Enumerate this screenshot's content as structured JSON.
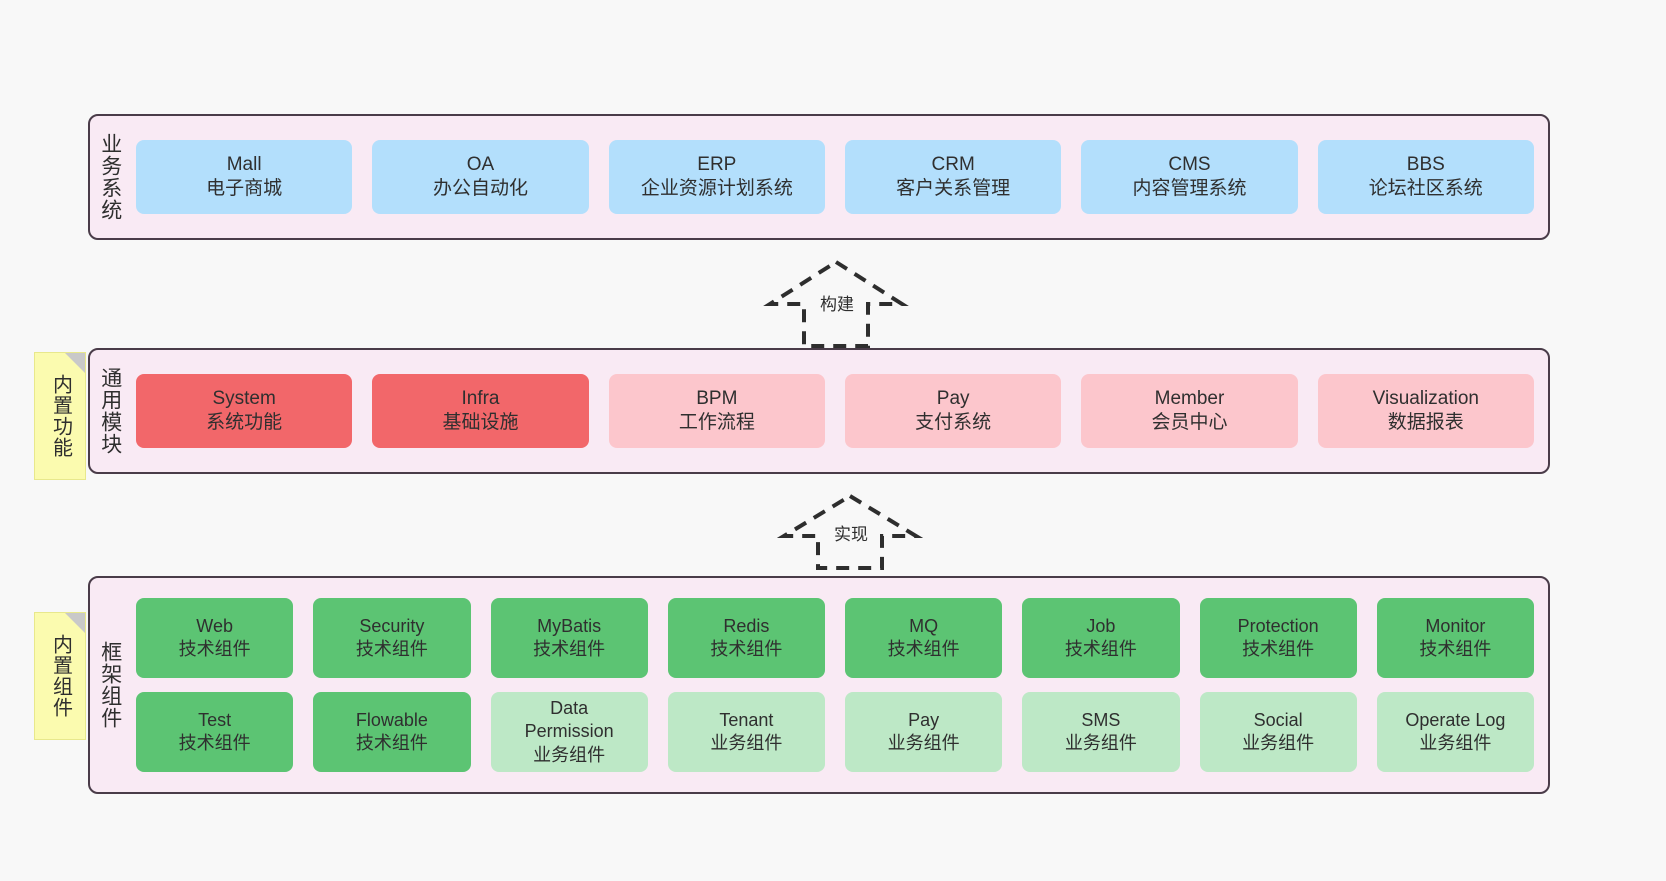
{
  "background_color": "#f8f8f8",
  "palette": {
    "section_bg": "#f9eaf4",
    "section_border": "#4a3c49",
    "blue": "#b3dffc",
    "red": "#f2676a",
    "pink": "#fcc6cc",
    "green": "#5cc473",
    "green_light": "#bde8c6",
    "note_yellow": "#fbfbaf"
  },
  "notes": [
    {
      "id": "builtin-features",
      "text": "内置功能"
    },
    {
      "id": "builtin-components",
      "text": "内置组件"
    }
  ],
  "arrows": [
    {
      "id": "build",
      "label": "构建",
      "style": "dashed-hollow-up"
    },
    {
      "id": "impl",
      "label": "实现",
      "style": "dashed-hollow-up"
    }
  ],
  "sections": {
    "business": {
      "label": "业务系统",
      "rows": [
        [
          {
            "title": "Mall",
            "subtitle": "电子商城",
            "color": "blue"
          },
          {
            "title": "OA",
            "subtitle": "办公自动化",
            "color": "blue"
          },
          {
            "title": "ERP",
            "subtitle": "企业资源计划系统",
            "color": "blue"
          },
          {
            "title": "CRM",
            "subtitle": "客户关系管理",
            "color": "blue"
          },
          {
            "title": "CMS",
            "subtitle": "内容管理系统",
            "color": "blue"
          },
          {
            "title": "BBS",
            "subtitle": "论坛社区系统",
            "color": "blue"
          }
        ]
      ]
    },
    "modules": {
      "label": "通用模块",
      "rows": [
        [
          {
            "title": "System",
            "subtitle": "系统功能",
            "color": "red"
          },
          {
            "title": "Infra",
            "subtitle": "基础设施",
            "color": "red"
          },
          {
            "title": "BPM",
            "subtitle": "工作流程",
            "color": "pink"
          },
          {
            "title": "Pay",
            "subtitle": "支付系统",
            "color": "pink"
          },
          {
            "title": "Member",
            "subtitle": "会员中心",
            "color": "pink"
          },
          {
            "title": "Visualization",
            "subtitle": "数据报表",
            "color": "pink"
          }
        ]
      ]
    },
    "framework": {
      "label": "框架组件",
      "rows": [
        [
          {
            "title": "Web",
            "subtitle": "技术组件",
            "color": "green"
          },
          {
            "title": "Security",
            "subtitle": "技术组件",
            "color": "green"
          },
          {
            "title": "MyBatis",
            "subtitle": "技术组件",
            "color": "green"
          },
          {
            "title": "Redis",
            "subtitle": "技术组件",
            "color": "green"
          },
          {
            "title": "MQ",
            "subtitle": "技术组件",
            "color": "green"
          },
          {
            "title": "Job",
            "subtitle": "技术组件",
            "color": "green"
          },
          {
            "title": "Protection",
            "subtitle": "技术组件",
            "color": "green"
          },
          {
            "title": "Monitor",
            "subtitle": "技术组件",
            "color": "green"
          }
        ],
        [
          {
            "title": "Test",
            "subtitle": "技术组件",
            "color": "green"
          },
          {
            "title": "Flowable",
            "subtitle": "技术组件",
            "color": "green"
          },
          {
            "title": "Data",
            "title2": "Permission",
            "subtitle": "业务组件",
            "color": "green_light"
          },
          {
            "title": "Tenant",
            "subtitle": "业务组件",
            "color": "green_light"
          },
          {
            "title": "Pay",
            "subtitle": "业务组件",
            "color": "green_light"
          },
          {
            "title": "SMS",
            "subtitle": "业务组件",
            "color": "green_light"
          },
          {
            "title": "Social",
            "subtitle": "业务组件",
            "color": "green_light"
          },
          {
            "title": "Operate Log",
            "subtitle": "业务组件",
            "color": "green_light"
          }
        ]
      ]
    }
  }
}
